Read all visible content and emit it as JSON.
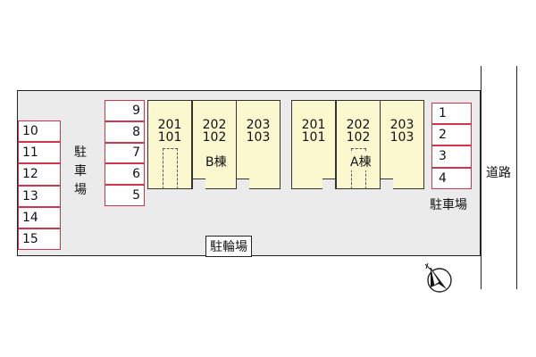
{
  "labels": {
    "building_b": "B棟",
    "building_a": "A棟",
    "parking_left": "駐車場",
    "parking_right": "駐車場",
    "bicycle_parking": "駐輪場",
    "road": "道路"
  },
  "parking_left_stalls": [
    "10",
    "11",
    "12",
    "13",
    "14",
    "15"
  ],
  "parking_mid_stalls": [
    "9",
    "8",
    "7",
    "6",
    "5"
  ],
  "parking_right_stalls": [
    "1",
    "2",
    "3",
    "4"
  ],
  "building_b_units": [
    {
      "upper": "201",
      "lower": "101"
    },
    {
      "upper": "202",
      "lower": "102"
    },
    {
      "upper": "203",
      "lower": "103"
    }
  ],
  "building_a_units": [
    {
      "upper": "201",
      "lower": "101"
    },
    {
      "upper": "202",
      "lower": "102"
    },
    {
      "upper": "203",
      "lower": "103"
    }
  ],
  "colors": {
    "stall_border": "#d6334a",
    "building_fill": "#fbf7cf",
    "lot_fill": "#ebebeb"
  },
  "icons": {
    "compass": "north-arrow-icon"
  }
}
